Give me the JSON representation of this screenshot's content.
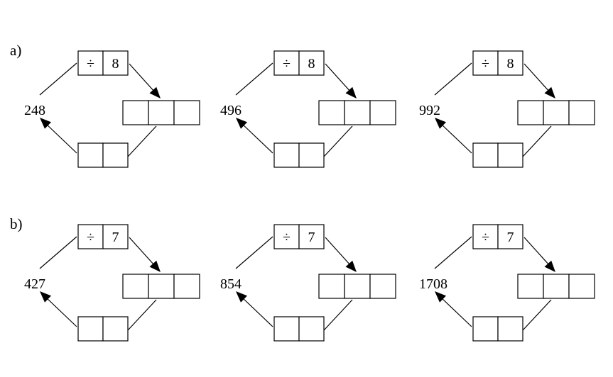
{
  "rows": [
    {
      "label": "a)",
      "diagrams": [
        {
          "start": "248",
          "operator": "÷",
          "divisor": "8"
        },
        {
          "start": "496",
          "operator": "÷",
          "divisor": "8"
        },
        {
          "start": "992",
          "operator": "÷",
          "divisor": "8"
        }
      ]
    },
    {
      "label": "b)",
      "diagrams": [
        {
          "start": "427",
          "operator": "÷",
          "divisor": "7"
        },
        {
          "start": "854",
          "operator": "÷",
          "divisor": "7"
        },
        {
          "start": "1708",
          "operator": "÷",
          "divisor": "7"
        }
      ]
    }
  ]
}
